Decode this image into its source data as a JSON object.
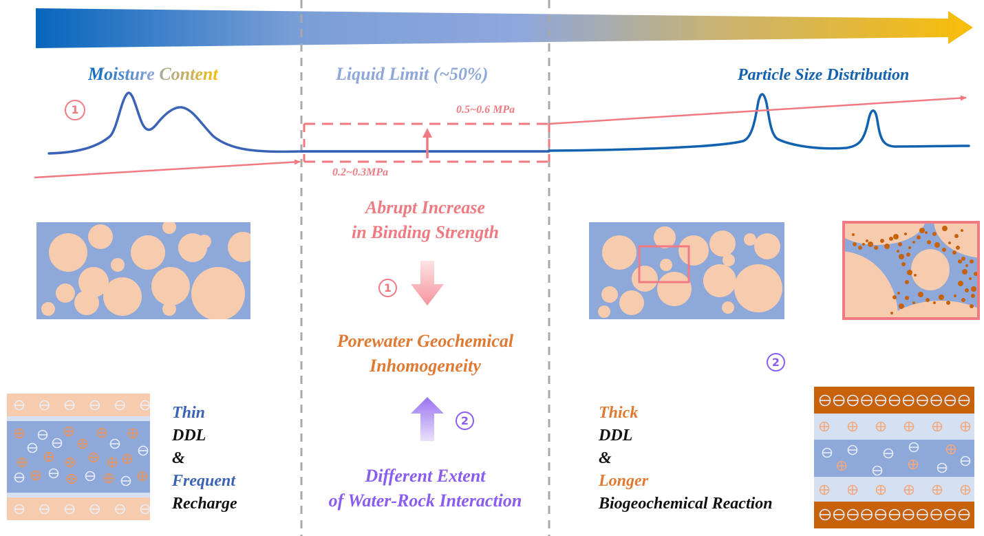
{
  "colors": {
    "arrow_gradient": [
      "#0a6ac0",
      "#8fa7dc",
      "#f5bd0c"
    ],
    "curve_blue": "#3a63b8",
    "curve_blue_dark": "#1262b0",
    "salmon": "#f07a82",
    "liquid_blue": "#8ea8da",
    "orange_text": "#e07a32",
    "purple": "#8a5cf0",
    "grain": "#f7cbad",
    "matrix": "#8ea8da",
    "dark_orange": "#c8620a",
    "light_blue_band": "#d6e0f3"
  },
  "top_labels": {
    "moisture_content": {
      "word1": "Moisture",
      "word2": "Content"
    },
    "liquid_limit": "Liquid Limit (~50%)",
    "particle_size": "Particle Size Distribution"
  },
  "strength": {
    "upper": "0.5~0.6 MPa",
    "lower": "0.2~0.3MPa"
  },
  "markers": {
    "one": "①",
    "two": "②"
  },
  "center": {
    "binding_line1": "Abrupt Increase",
    "binding_line2": "in Binding Strength",
    "porewater_line1": "Porewater Geochemical",
    "porewater_line2": "Inhomogeneity",
    "interaction_line1": "Different Extent",
    "interaction_line2": "of Water-Rock Interaction"
  },
  "left_ddl": {
    "line1": "Thin",
    "line2": "DDL",
    "line3": "&",
    "line4": "Frequent",
    "line5": "Recharge"
  },
  "right_ddl": {
    "line1": "Thick",
    "line2": "DDL",
    "line3": "&",
    "line4": "Longer",
    "line5": "Biogeochemical Reaction"
  },
  "icons": {
    "minus_ion": "⊖",
    "plus_ion": "⊕"
  }
}
